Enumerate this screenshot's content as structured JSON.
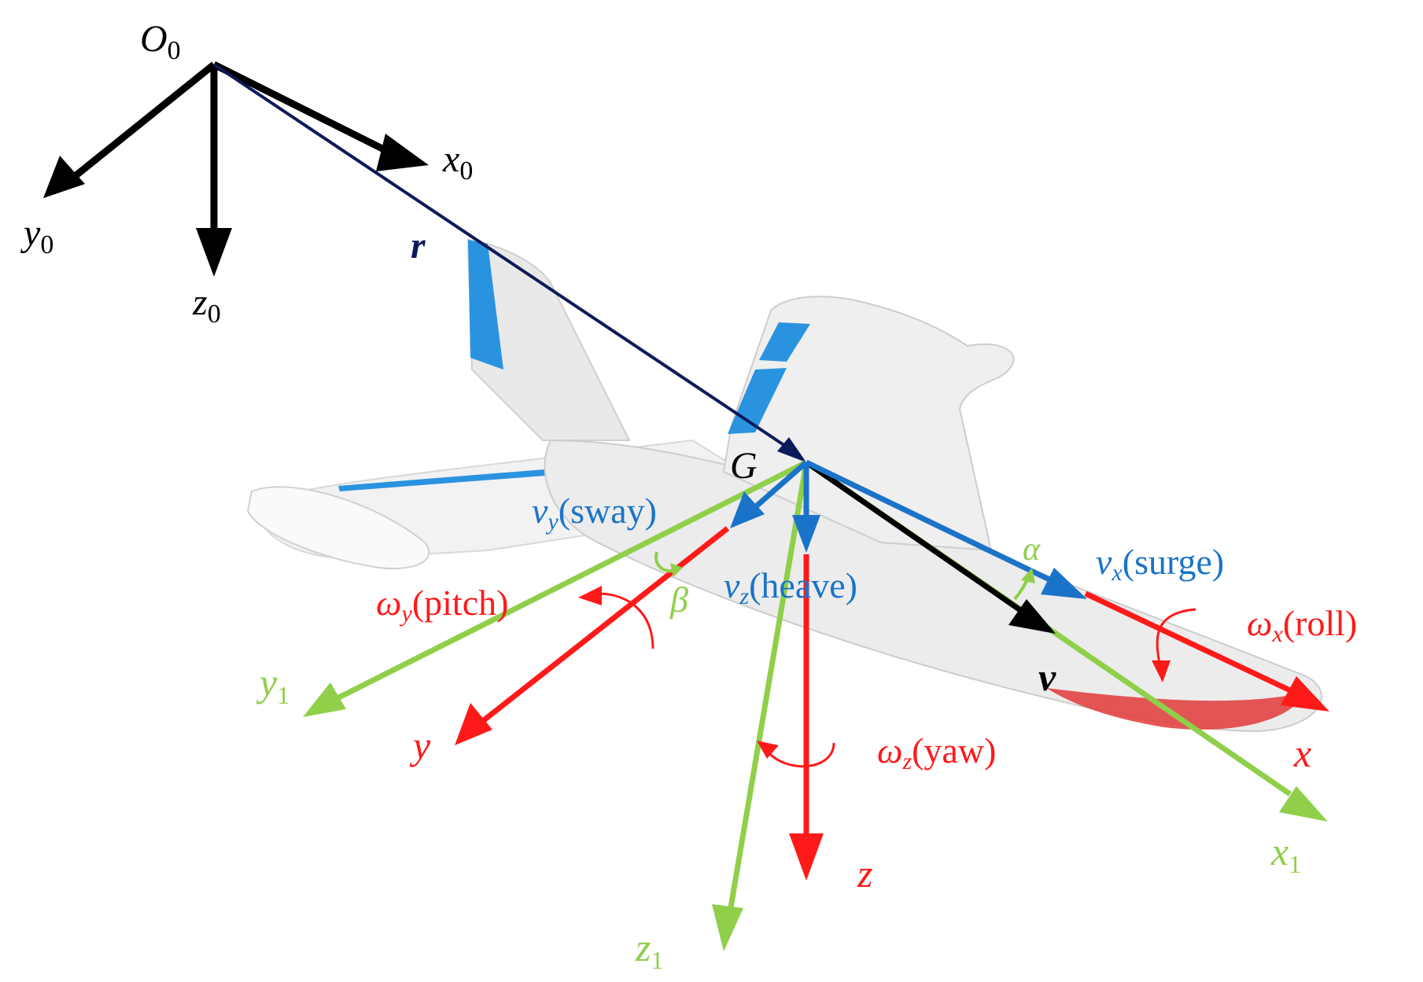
{
  "colors": {
    "black": "#000000",
    "navy": "#0d1a5a",
    "red": "#ff1a1a",
    "green": "#8fcf4a",
    "blue": "#1a73c9",
    "plane_body": "#eeeeee",
    "plane_stripe": "#2a93e0",
    "plane_belly": "#e23a3a"
  },
  "labels": {
    "O0": {
      "main": "O",
      "sub": "0"
    },
    "x0": {
      "main": "x",
      "sub": "0"
    },
    "y0": {
      "main": "y",
      "sub": "0"
    },
    "z0": {
      "main": "z",
      "sub": "0"
    },
    "r": "r",
    "G": "G",
    "vy": {
      "main": "v",
      "sub": "y",
      "rest": "(sway)"
    },
    "vz": {
      "main": "v",
      "sub": "z",
      "rest": "(heave)"
    },
    "vx": {
      "main": "v",
      "sub": "x",
      "rest": "(surge)"
    },
    "wy": {
      "main": "ω",
      "sub": "y",
      "rest": "(pitch)"
    },
    "wx": {
      "main": "ω",
      "sub": "x",
      "rest": "(roll)"
    },
    "wz": {
      "main": "ω",
      "sub": "z",
      "rest": "(yaw)"
    },
    "alpha": "α",
    "beta": "β",
    "v": "v",
    "x": "x",
    "y": "y",
    "z": "z",
    "x1": {
      "main": "x",
      "sub": "1"
    },
    "y1": {
      "main": "y",
      "sub": "1"
    },
    "z1": {
      "main": "z",
      "sub": "1"
    }
  }
}
